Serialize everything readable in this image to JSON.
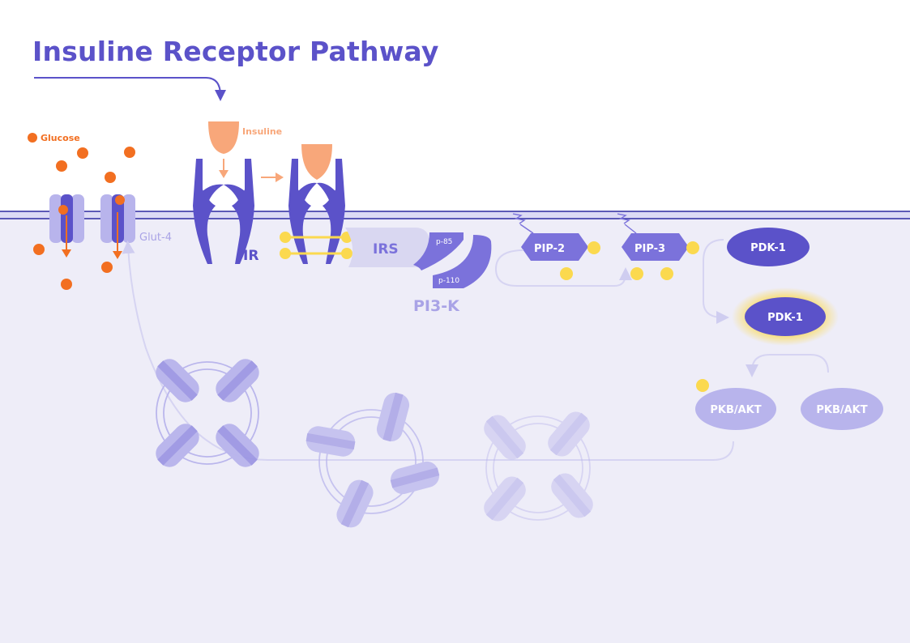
{
  "title": "Insuline Receptor Pathway",
  "labels": {
    "glucose": "Glucose",
    "insuline": "Insuline",
    "glut4": "Glut-4",
    "ir": "IR",
    "irs": "IRS",
    "p85": "p-85",
    "p110": "p-110",
    "pi3k": "PI3-K",
    "pip2": "PIP-2",
    "pip3": "PIP-3",
    "pdk1_inactive": "PDK-1",
    "pdk1_active": "PDK-1",
    "pkb_phos": "PKB/AKT",
    "pkb_unphos": "PKB/AKT"
  },
  "colors": {
    "title": "#5b52c9",
    "membrane": "#2d2aa1",
    "cytoplasm": "#eeedf8",
    "receptor": "#5b52c9",
    "glucose": "#f26f21",
    "insuline": "#f8a77a",
    "phosphate": "#fbd94f",
    "irs": "#d9d7f1",
    "pi3k": "#7b72db",
    "pip": "#7b72db",
    "pdk1": "#5b52c9",
    "pkb": "#b8b4ec",
    "vesicle": "#a9a3e6"
  }
}
